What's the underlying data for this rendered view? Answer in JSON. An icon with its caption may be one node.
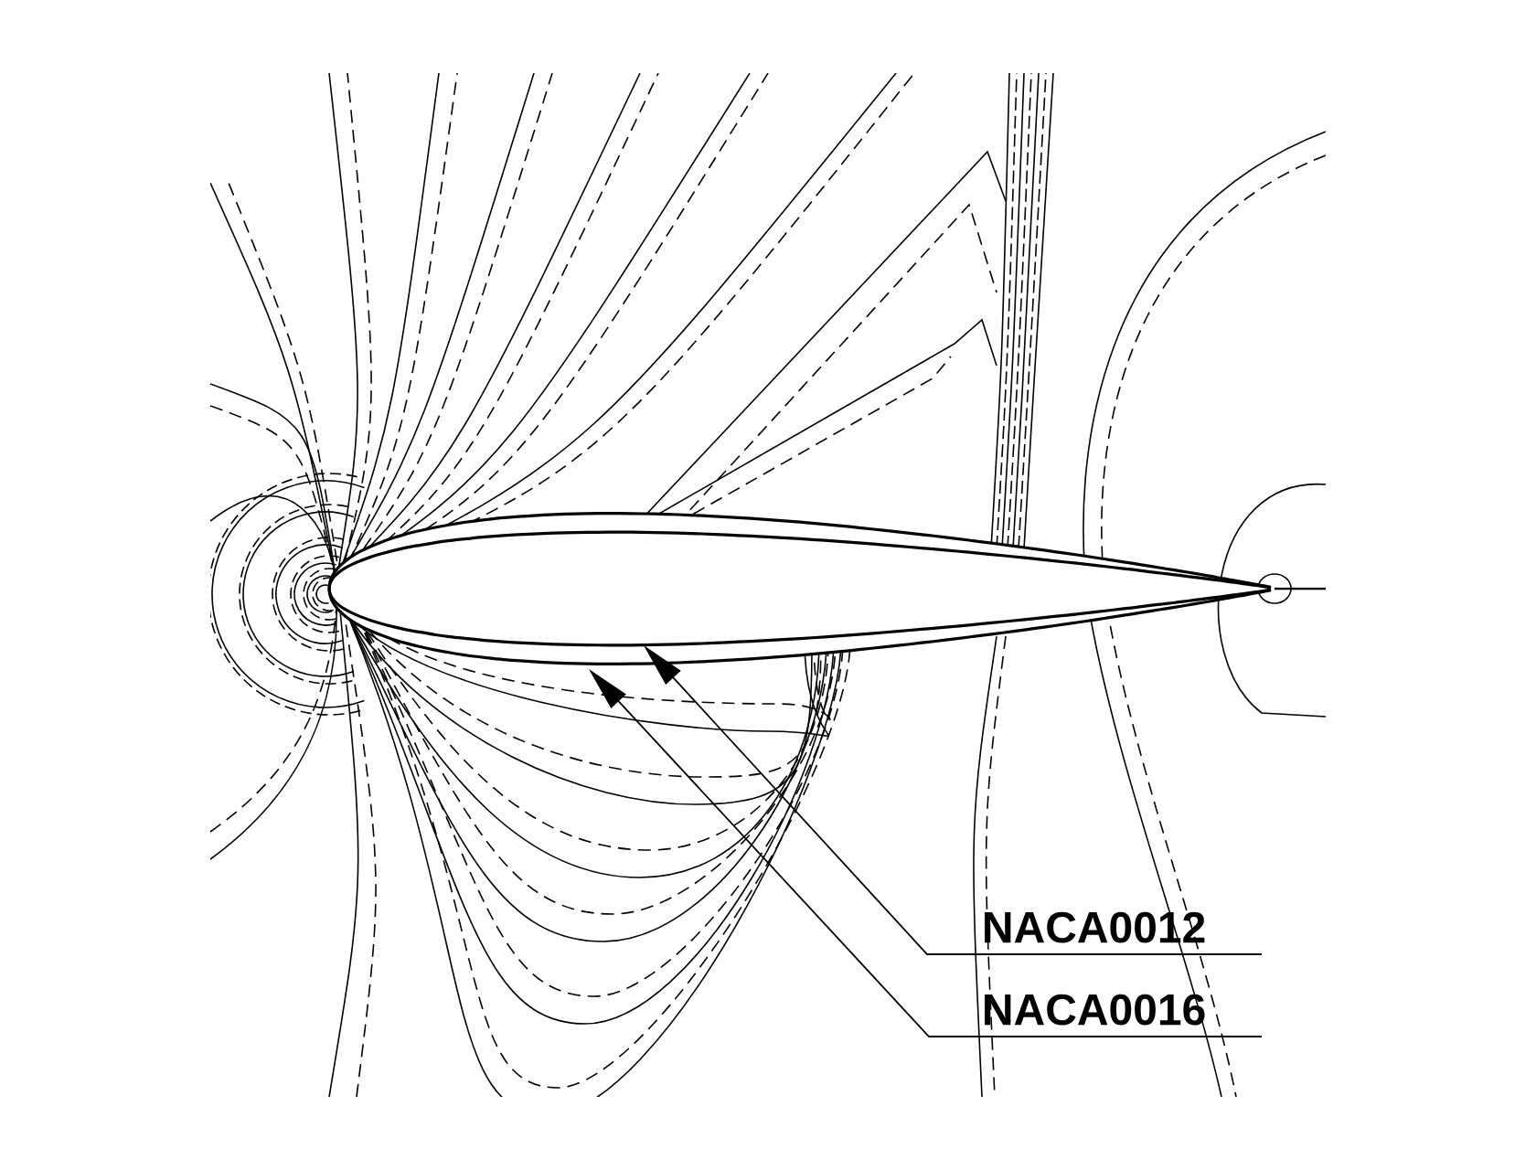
{
  "diagram": {
    "nodes": [
      {
        "text": [
          "NACA0012"
        ]
      },
      {
        "text": [
          "NACA0016"
        ]
      }
    ],
    "edges": [
      {
        "from": 0,
        "to": null,
        "arrow": "to"
      },
      {
        "from": 1,
        "to": null,
        "arrow": "to"
      }
    ]
  }
}
